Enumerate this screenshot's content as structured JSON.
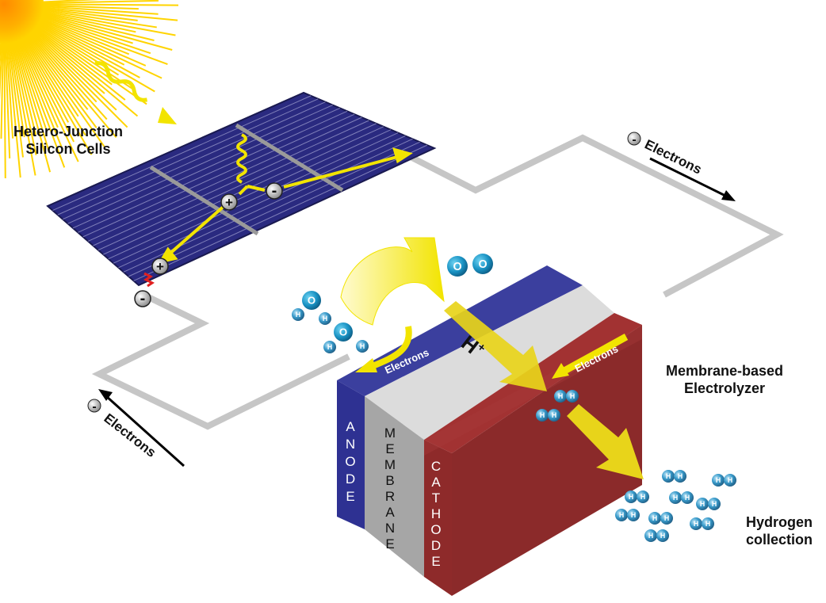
{
  "labels": {
    "cells_line1": "Hetero-Junction",
    "cells_line2": "Silicon Cells",
    "electrolyzer_line1": "Membrane-based",
    "electrolyzer_line2": "Electrolyzer",
    "hydrogen_line1": "Hydrogen",
    "hydrogen_line2": "collection",
    "electrons_top": "Electrons",
    "electrons_left": "Electrons",
    "electrons_anode": "Electrons",
    "electrons_cathode": "Electrons",
    "hplus": "H",
    "hplus_sup": "+",
    "minus": "-",
    "plus": "+"
  },
  "layers": {
    "anode": [
      "A",
      "N",
      "O",
      "D",
      "E"
    ],
    "membrane": [
      "M",
      "E",
      "M",
      "B",
      "R",
      "A",
      "N",
      "E"
    ],
    "cathode": [
      "C",
      "A",
      "T",
      "H",
      "O",
      "D",
      "E"
    ]
  },
  "atoms": {
    "oxygen": "O",
    "hydrogen": "H"
  },
  "colors": {
    "sun": "#ffd400",
    "panel": "#2b2a86",
    "wire": "#c8c8c8",
    "anode": "#2e3192",
    "membrane": "#a6a6a6",
    "cathode": "#8e2a2a",
    "arrow": "#f0e020",
    "molecule": "#2a86b8"
  }
}
